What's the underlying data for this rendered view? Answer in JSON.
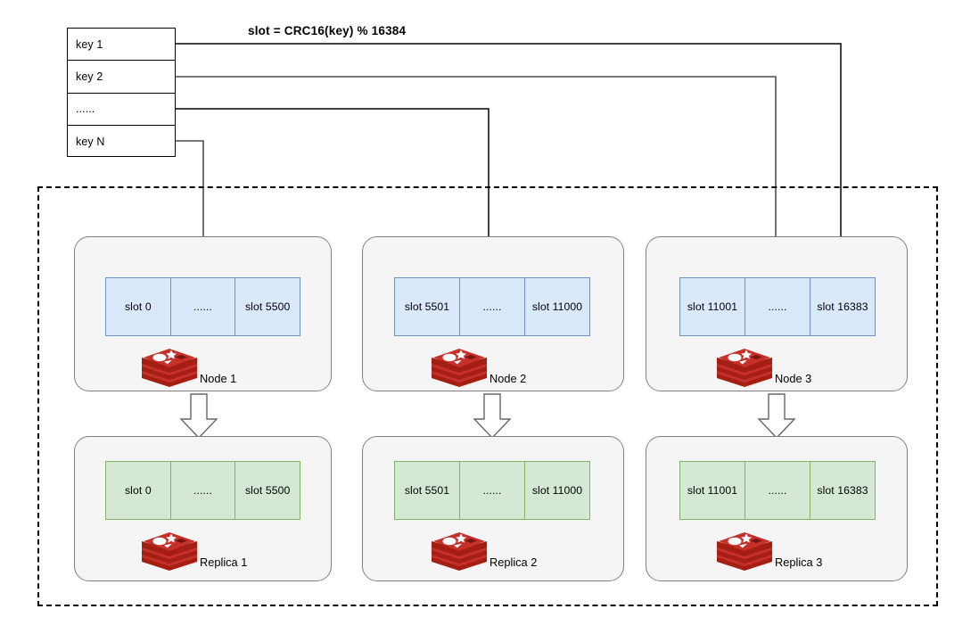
{
  "diagram": {
    "title": "slot = CRC16(key) % 16384",
    "colors": {
      "master_slot_fill": "#dae8fc",
      "master_slot_border": "#7193c4",
      "replica_slot_fill": "#d5e8d4",
      "replica_slot_border": "#82b366",
      "card_fill": "#f5f5f5",
      "card_border": "#808080",
      "redis_red": "#c6302b",
      "connector": "#4d4d4d",
      "boundary": "#000000"
    }
  },
  "key_table": {
    "rows": [
      {
        "label": "key 1"
      },
      {
        "label": "key 2"
      },
      {
        "label": "......"
      },
      {
        "label": "key N"
      }
    ]
  },
  "nodes": [
    {
      "name": "Node 1",
      "slots": [
        "slot 0",
        "......",
        "slot 5500"
      ]
    },
    {
      "name": "Node 2",
      "slots": [
        "slot 5501",
        "......",
        "slot 11000"
      ]
    },
    {
      "name": "Node 3",
      "slots": [
        "slot 11001",
        "......",
        "slot 16383"
      ]
    }
  ],
  "replicas": [
    {
      "name": "Replica 1",
      "slots": [
        "slot 0",
        "......",
        "slot 5500"
      ]
    },
    {
      "name": "Replica 2",
      "slots": [
        "slot 5501",
        "......",
        "slot 11000"
      ]
    },
    {
      "name": "Replica 3",
      "slots": [
        "slot 11001",
        "......",
        "slot 16383"
      ]
    }
  ],
  "connectors": [
    {
      "from": "key 1",
      "to": "Node 3 slot 16383"
    },
    {
      "from": "key 2",
      "to": "Node 3 slot ......"
    },
    {
      "from": "......",
      "to": "Node 2 slot ......"
    },
    {
      "from": "key N",
      "to": "Node 1 slot ......"
    }
  ],
  "replication_arrows": [
    {
      "from": "Node 1",
      "to": "Replica 1"
    },
    {
      "from": "Node 2",
      "to": "Replica 2"
    },
    {
      "from": "Node 3",
      "to": "Replica 3"
    }
  ]
}
